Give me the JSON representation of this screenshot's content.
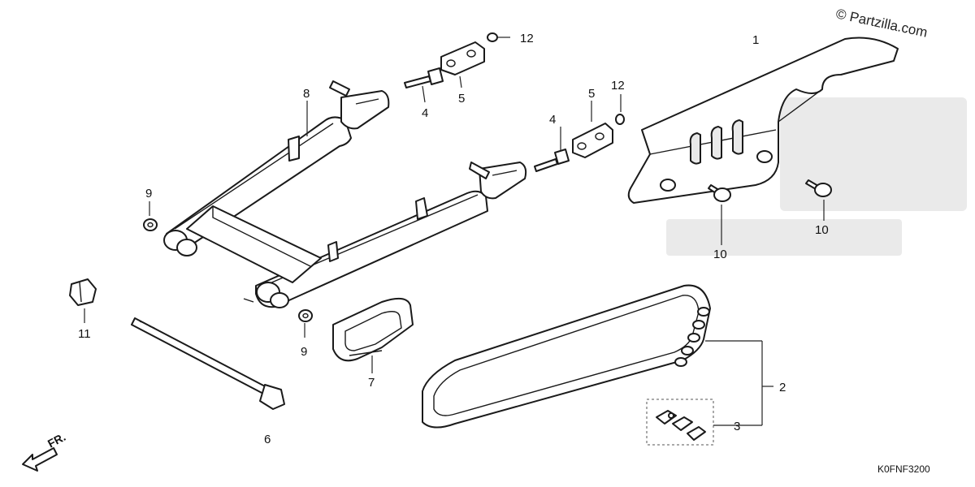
{
  "watermark": "© Partzilla.com",
  "diagram_code": "K0FNF3200",
  "direction_label": "FR.",
  "callouts": {
    "c1": "1",
    "c2": "2",
    "c3": "3",
    "c4a": "4",
    "c4b": "4",
    "c5a": "5",
    "c5b": "5",
    "c6": "6",
    "c7": "7",
    "c8": "8",
    "c9a": "9",
    "c9b": "9",
    "c10a": "10",
    "c10b": "10",
    "c11": "11",
    "c12a": "12",
    "c12b": "12"
  }
}
